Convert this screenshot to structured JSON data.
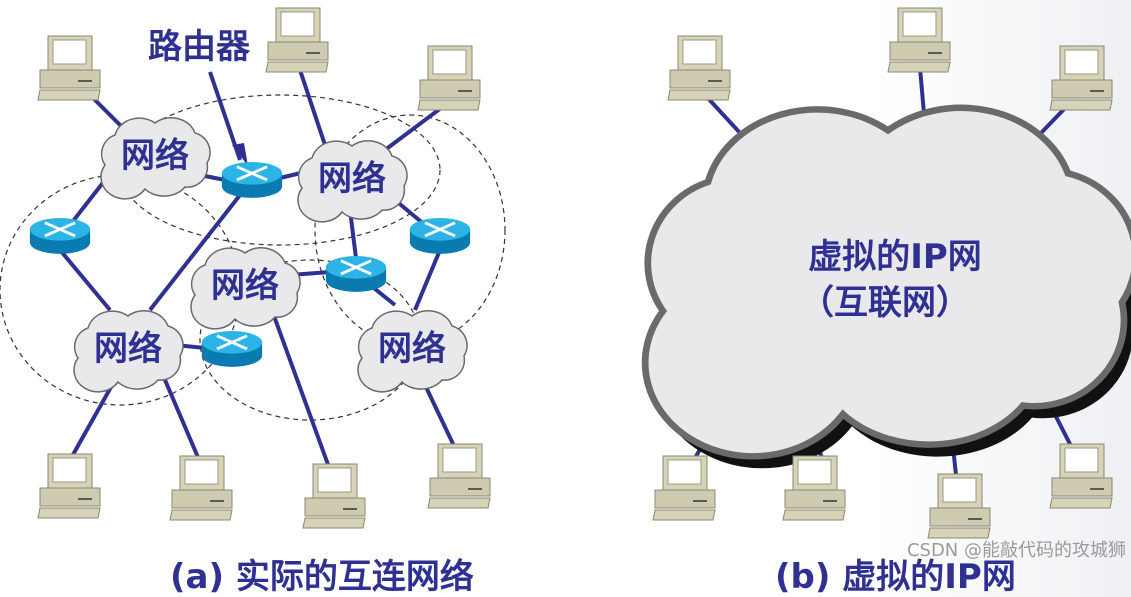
{
  "left_panel": {
    "router_label": "路由器",
    "network_labels": [
      "网络",
      "网络",
      "网络",
      "网络",
      "网络"
    ],
    "caption": "(a) 实际的互连网络"
  },
  "right_panel": {
    "cloud_title": "虚拟的IP网",
    "cloud_subtitle": "（互联网）",
    "caption": "(b) 虚拟的IP网"
  },
  "watermark": "CSDN @能敲代码的攻城狮",
  "colors": {
    "text": "#2e3192",
    "line": "#2e3192",
    "router": "#1a9fd6",
    "computer": "#d6d3b8",
    "cloud": "#e9e9ec"
  }
}
